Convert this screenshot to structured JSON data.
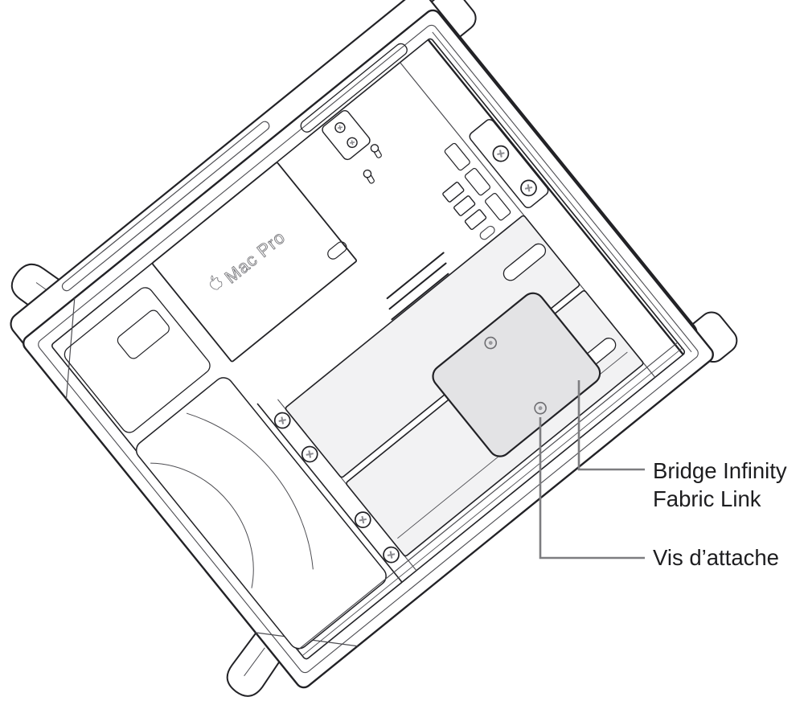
{
  "figure": {
    "device_label": {
      "logo_icon": "apple-logo",
      "text": "Mac Pro"
    },
    "callouts": {
      "bridge": {
        "line1": "Bridge Infinity",
        "line2": "Fabric Link",
        "points_to": "bridge-infinity-fabric-link-cover"
      },
      "screw": {
        "label": "Vis d’attache",
        "points_to": "captive-screw-lower"
      }
    },
    "colors": {
      "background": "#ffffff",
      "outline": "#222226",
      "cover_gray": "#e3e3e5",
      "panel_light": "#f2f2f3",
      "callout_line": "#7d7d80",
      "label_text": "#1d1d1f"
    }
  }
}
